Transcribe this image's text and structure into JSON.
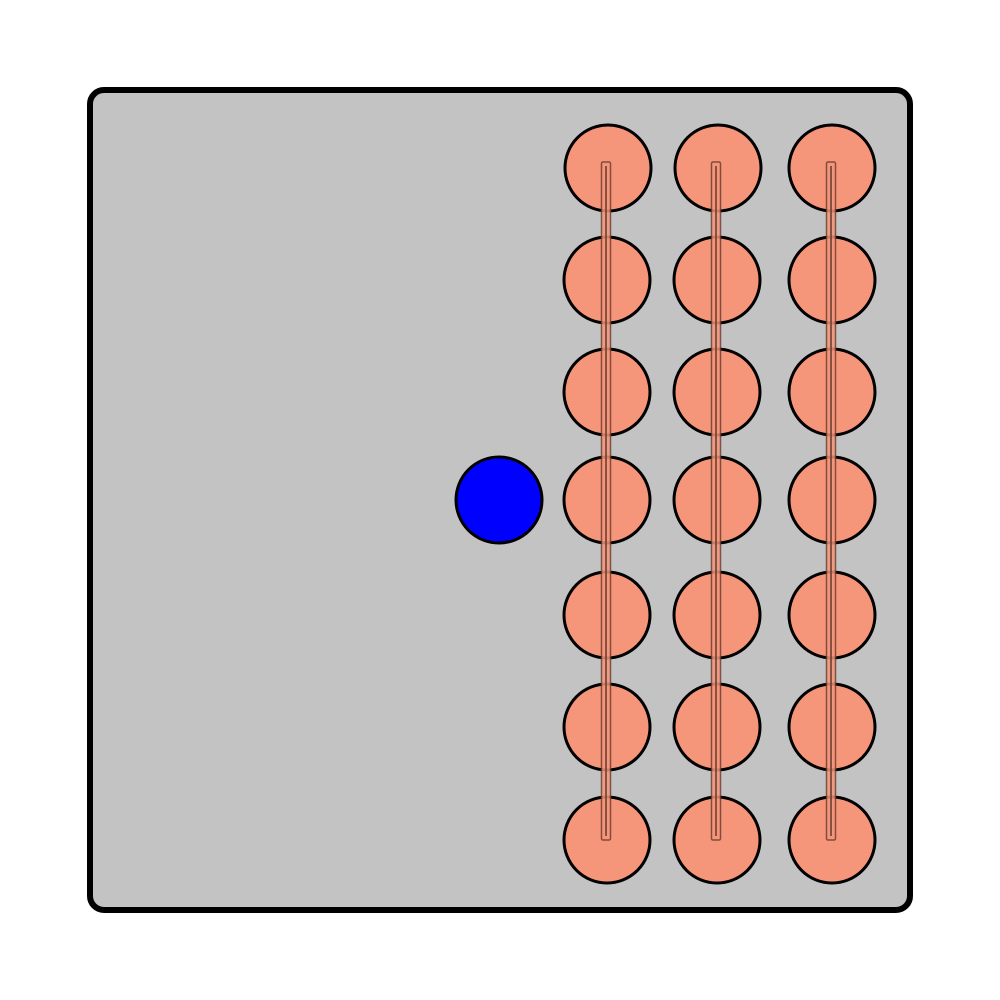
{
  "colors": {
    "background": "#ffffff",
    "board_fill": "#c3c3c3",
    "board_stroke": "#000000",
    "ball_fill": "#f5967a",
    "ball_stroke": "#000000",
    "rod_fill": "#f5967a",
    "rod_stroke": "#6e3f33",
    "player_fill": "#0000ff",
    "player_stroke": "#000000"
  },
  "board": {
    "columns": 3,
    "rows": 7
  },
  "pieces": {
    "player": {
      "shape": "circle",
      "color_name": "blue"
    },
    "balls": {
      "shape": "circle",
      "color_name": "salmon"
    },
    "rods": {
      "shape": "vertical-rod",
      "count": 3
    }
  }
}
